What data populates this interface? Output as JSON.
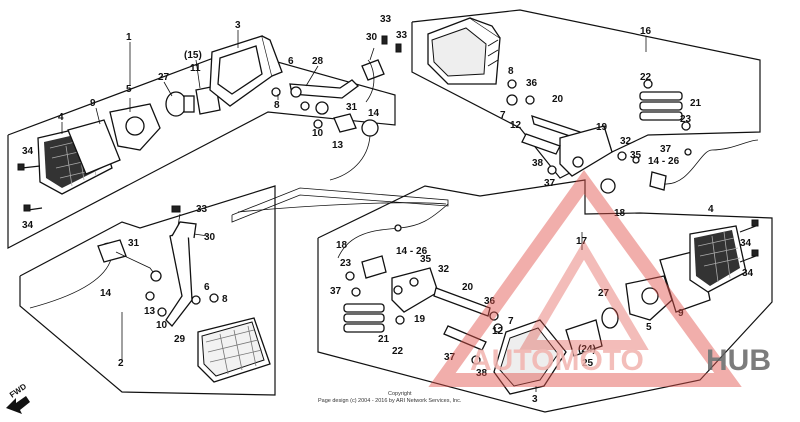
{
  "callouts": [
    {
      "id": "c1",
      "text": "1"
    },
    {
      "id": "c3a",
      "text": "3"
    },
    {
      "id": "c15",
      "text": "(15)"
    },
    {
      "id": "c11",
      "text": "11"
    },
    {
      "id": "c5a",
      "text": "5"
    },
    {
      "id": "c27a",
      "text": "27"
    },
    {
      "id": "c9a",
      "text": "9"
    },
    {
      "id": "c4a",
      "text": "4"
    },
    {
      "id": "c34a",
      "text": "34"
    },
    {
      "id": "c34b",
      "text": "34"
    },
    {
      "id": "c6a",
      "text": "6"
    },
    {
      "id": "c8a",
      "text": "8"
    },
    {
      "id": "c28",
      "text": "28"
    },
    {
      "id": "c30a",
      "text": "30"
    },
    {
      "id": "c33a",
      "text": "33"
    },
    {
      "id": "c33b",
      "text": "33"
    },
    {
      "id": "c10a",
      "text": "10"
    },
    {
      "id": "c13a",
      "text": "13"
    },
    {
      "id": "c31a",
      "text": "31"
    },
    {
      "id": "c14a",
      "text": "14"
    },
    {
      "id": "c33c",
      "text": "33"
    },
    {
      "id": "c30b",
      "text": "30"
    },
    {
      "id": "c31b",
      "text": "31"
    },
    {
      "id": "c14b",
      "text": "14"
    },
    {
      "id": "c13b",
      "text": "13"
    },
    {
      "id": "c10b",
      "text": "10"
    },
    {
      "id": "c29",
      "text": "29"
    },
    {
      "id": "c6b",
      "text": "6"
    },
    {
      "id": "c8b",
      "text": "8"
    },
    {
      "id": "c2",
      "text": "2"
    },
    {
      "id": "c16",
      "text": "16"
    },
    {
      "id": "c8c",
      "text": "8"
    },
    {
      "id": "c36a",
      "text": "36"
    },
    {
      "id": "c20a",
      "text": "20"
    },
    {
      "id": "c22a",
      "text": "22"
    },
    {
      "id": "c21a",
      "text": "21"
    },
    {
      "id": "c7a",
      "text": "7"
    },
    {
      "id": "c12a",
      "text": "12"
    },
    {
      "id": "c19a",
      "text": "19"
    },
    {
      "id": "c23a",
      "text": "23"
    },
    {
      "id": "c32a",
      "text": "32"
    },
    {
      "id": "c35a",
      "text": "35"
    },
    {
      "id": "c37a",
      "text": "37"
    },
    {
      "id": "c1426a",
      "text": "14 - 26"
    },
    {
      "id": "c38a",
      "text": "38"
    },
    {
      "id": "c37b",
      "text": "37"
    },
    {
      "id": "c18a",
      "text": "18"
    },
    {
      "id": "c17",
      "text": "17"
    },
    {
      "id": "c18b",
      "text": "18"
    },
    {
      "id": "c1426b",
      "text": "14 - 26"
    },
    {
      "id": "c23b",
      "text": "23"
    },
    {
      "id": "c35b",
      "text": "35"
    },
    {
      "id": "c32b",
      "text": "32"
    },
    {
      "id": "c37c",
      "text": "37"
    },
    {
      "id": "c20b",
      "text": "20"
    },
    {
      "id": "c36b",
      "text": "36"
    },
    {
      "id": "c21b",
      "text": "21"
    },
    {
      "id": "c19b",
      "text": "19"
    },
    {
      "id": "c22b",
      "text": "22"
    },
    {
      "id": "c12b",
      "text": "12"
    },
    {
      "id": "c7b",
      "text": "7"
    },
    {
      "id": "c37d",
      "text": "37"
    },
    {
      "id": "c38b",
      "text": "38"
    },
    {
      "id": "c3b",
      "text": "3"
    },
    {
      "id": "c24",
      "text": "(24)"
    },
    {
      "id": "c25",
      "text": "25"
    },
    {
      "id": "c27b",
      "text": "27"
    },
    {
      "id": "c5b",
      "text": "5"
    },
    {
      "id": "c4b",
      "text": "4"
    },
    {
      "id": "c34c",
      "text": "34"
    },
    {
      "id": "c9b",
      "text": "9"
    },
    {
      "id": "c34d",
      "text": "34"
    }
  ],
  "fwd_label": "FWD",
  "copyright": {
    "line1": "Copyright",
    "line2": "Page design (c) 2004 - 2016 by ARI Network Services, Inc."
  },
  "watermark": {
    "part1": "AUTOMOTO",
    "part2": "HUB"
  },
  "colors": {
    "line": "#111111",
    "watermark_red": "#e0524a",
    "watermark_grey": "#666666"
  }
}
